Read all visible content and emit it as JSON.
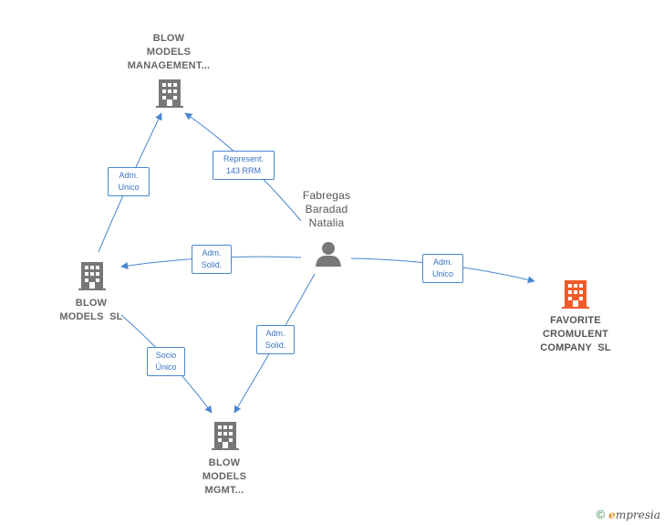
{
  "nodes": {
    "blow_models_management": {
      "line1": "BLOW",
      "line2": "MODELS",
      "line3": "MANAGEMENT..."
    },
    "blow_models_sl": {
      "line1": "BLOW",
      "line2": "MODELS  SL"
    },
    "blow_models_mgmt": {
      "line1": "BLOW",
      "line2": "MODELS",
      "line3": "MGMT..."
    },
    "person": {
      "line1": "Fabregas",
      "line2": "Baradad",
      "line3": "Natalia"
    },
    "favorite": {
      "line1": "FAVORITE",
      "line2": "CROMULENT",
      "line3": "COMPANY  SL"
    }
  },
  "edges": {
    "adm_unico_left": {
      "line1": "Adm.",
      "line2": "Unico"
    },
    "represent": {
      "line1": "Represent.",
      "line2": "143 RRM"
    },
    "adm_solid_left": {
      "line1": "Adm.",
      "line2": "Solid."
    },
    "adm_unico_right": {
      "line1": "Adm.",
      "line2": "Unico"
    },
    "socio_unico": {
      "line1": "Socio",
      "line2": "Único"
    },
    "adm_solid_bottom": {
      "line1": "Adm.",
      "line2": "Solid."
    }
  },
  "colors": {
    "edge": "#4a86cf",
    "company_icon": "#777777",
    "highlight_icon": "#f0592a",
    "person_icon": "#777777"
  },
  "footer": {
    "copyright": "©",
    "brand_e": "e",
    "brand_rest": "mpresia"
  }
}
